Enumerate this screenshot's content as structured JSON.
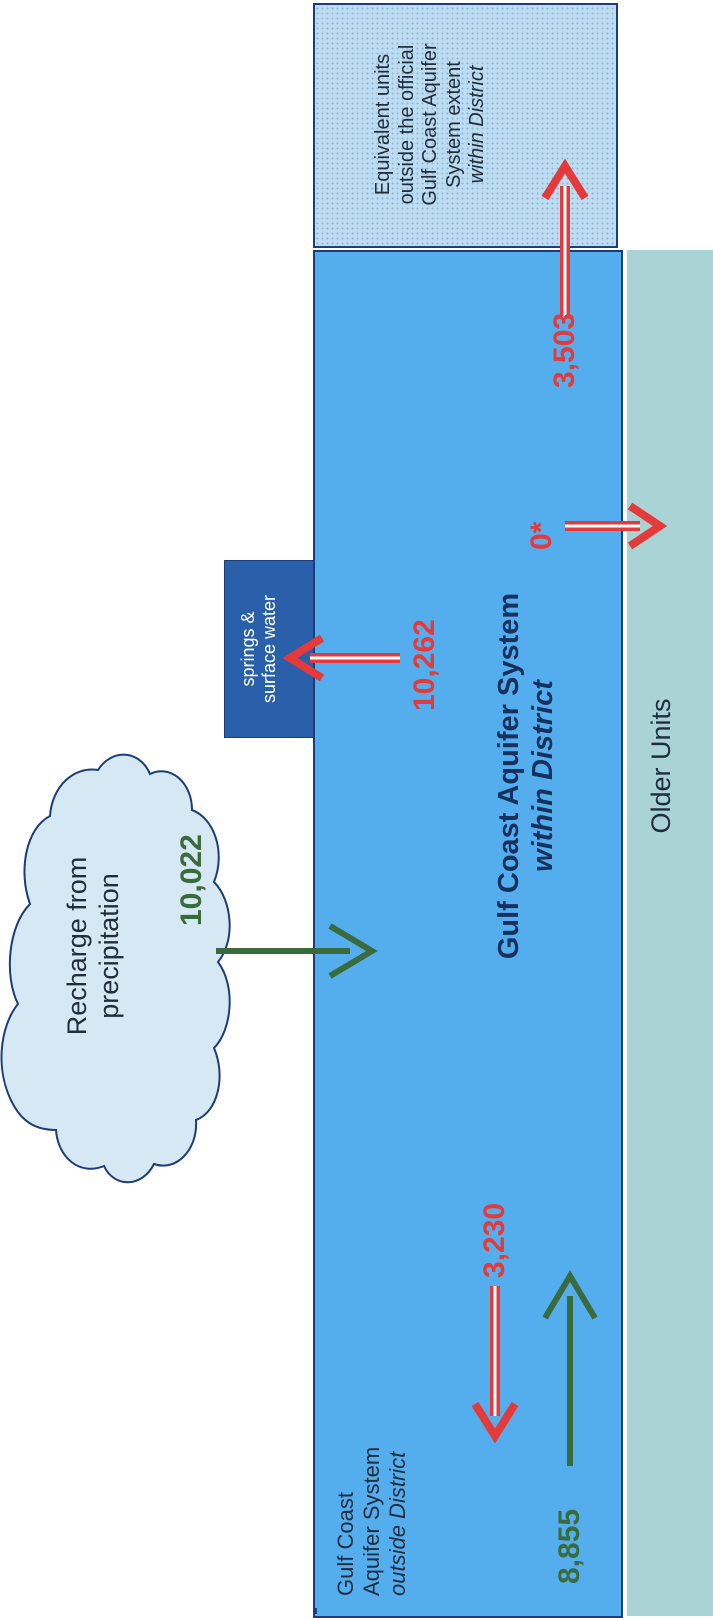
{
  "nodes": {
    "recharge": {
      "line1": "Recharge from",
      "line2": "precipitation"
    },
    "springs": {
      "line1": "springs &",
      "line2": "surface water"
    },
    "gulf_within": {
      "line1": "Gulf Coast Aquifer System",
      "line2": "within District"
    },
    "gulf_outside": {
      "line1": "Gulf Coast",
      "line2": "Aquifer System",
      "line3": "outside District"
    },
    "equivalent": {
      "line1": "Equivalent units",
      "line2": "outside the official",
      "line3": "Gulf Coast Aquifer",
      "line4": "System extent",
      "line5": "within District"
    },
    "older_units": {
      "label": "Older Units"
    }
  },
  "flows": {
    "recharge_in": "10,022",
    "springs_out": "10,262",
    "outside_in": "8,855",
    "outside_out": "3,230",
    "older_units_out": "0*",
    "equivalent_out": "3,503"
  },
  "colors": {
    "aquifer_fill": "#54aeee",
    "outflow_arrow": "#e53a3a",
    "inflow_arrow": "#3a6b3c",
    "springs_fill": "#2a5faa",
    "older_units_fill": "#a9d3d4",
    "border": "#1b3d7a"
  }
}
